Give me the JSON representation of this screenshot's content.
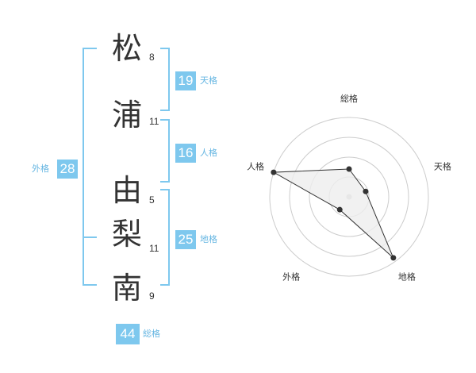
{
  "name_chars": [
    {
      "char": "松",
      "strokes": "8"
    },
    {
      "char": "浦",
      "strokes": "11"
    },
    {
      "char": "由",
      "strokes": "5"
    },
    {
      "char": "梨",
      "strokes": "11"
    },
    {
      "char": "南",
      "strokes": "9"
    }
  ],
  "fortunes": {
    "tenkaku": {
      "value": "19",
      "label": "天格"
    },
    "jinkaku": {
      "value": "16",
      "label": "人格"
    },
    "chikaku": {
      "value": "25",
      "label": "地格"
    },
    "gaikaku": {
      "value": "28",
      "label": "外格"
    },
    "soukaku": {
      "value": "44",
      "label": "総格"
    }
  },
  "colors": {
    "accent": "#7ec8ee",
    "text": "#333333",
    "radar_fill": "#eeeeee",
    "radar_ring": "#cccccc"
  },
  "chart_data": {
    "type": "radar",
    "axes": [
      "総格",
      "天格",
      "地格",
      "外格",
      "人格"
    ],
    "values": [
      0.35,
      0.22,
      0.95,
      0.2,
      1.0
    ],
    "rings": 4,
    "range": [
      0,
      1
    ]
  }
}
